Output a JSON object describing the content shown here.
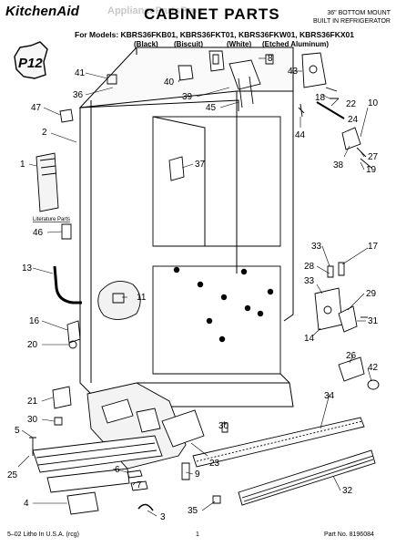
{
  "header": {
    "brand": "KitchenAid",
    "watermark": "AppliancePartsPros",
    "title": "CABINET PARTS",
    "subtitle_line1": "36\" BOTTOM MOUNT",
    "subtitle_line2": "BUILT IN REFRIGERATOR",
    "models_line": "For Models: KBRS36FKB01, KBRS36FKT01, KBRS36FKW01, KBRS36FKX01",
    "model_captions": [
      "(Black)",
      "(Biscuit)",
      "(White)",
      "(Etched Aluminum)"
    ]
  },
  "badge": {
    "text": "P12"
  },
  "literature_label": "Literature Parts",
  "callouts": [
    "41",
    "36",
    "47",
    "2",
    "1",
    "46",
    "13",
    "16",
    "20",
    "21",
    "30",
    "5",
    "25",
    "4",
    "40",
    "39",
    "45",
    "8",
    "43",
    "18",
    "22",
    "24",
    "10",
    "44",
    "37",
    "11",
    "27",
    "38",
    "19",
    "33",
    "17",
    "28",
    "33",
    "29",
    "14",
    "31",
    "26",
    "42",
    "34",
    "32",
    "30",
    "23",
    "9",
    "6",
    "7",
    "3",
    "35"
  ],
  "footer": {
    "left": "5–02 Litho In U.S.A. (rcg)",
    "page": "1",
    "right": "Part No. 8196084"
  }
}
